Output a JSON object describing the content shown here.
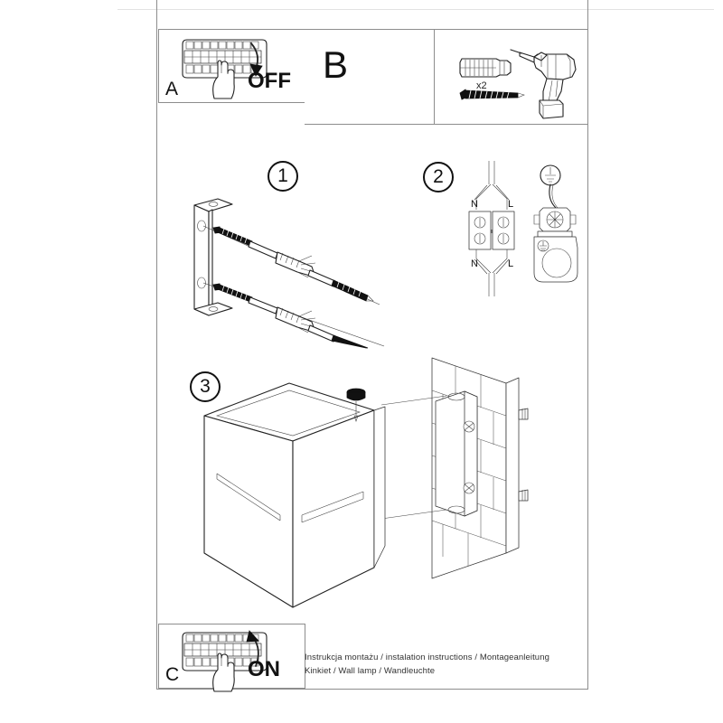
{
  "document": {
    "type": "assembly-instruction-sheet",
    "caption_line_1": "Instrukcja montażu / instalation instructions / Montageanleitung",
    "caption_line_2": "Kinkiet / Wall lamp / Wandleuchte"
  },
  "top_row": {
    "box_a": {
      "letter": "A",
      "action_label": "OFF",
      "icon": "circuit-breaker-panel-icon",
      "hand_icon": "hand-pointing-icon",
      "arrow_icon": "arrow-down-curved-icon"
    },
    "box_b": {
      "letter": "B"
    },
    "box_tools": {
      "quantity_label": "x2",
      "items": [
        "wall-plug-icon",
        "screw-icon",
        "power-drill-icon"
      ]
    }
  },
  "steps": [
    {
      "number": "1",
      "name": "mount-bracket",
      "parts": [
        "mounting-bracket-icon",
        "screw-icon",
        "wall-plug-icon"
      ]
    },
    {
      "number": "2",
      "name": "wiring",
      "terminal_labels_top": [
        "N",
        "L"
      ],
      "terminal_labels_bottom": [
        "N",
        "L"
      ],
      "ground_symbol": "earth-ground-icon",
      "parts": [
        "terminal-block-icon",
        "earth-terminal-icon"
      ]
    },
    {
      "number": "3",
      "name": "attach-lamp",
      "parts": [
        "cube-wall-lamp-icon",
        "brick-wall-icon",
        "bracket-icon",
        "thumb-screw-icon"
      ]
    }
  ],
  "bottom_row": {
    "box_c": {
      "letter": "C",
      "action_label": "ON",
      "icon": "circuit-breaker-panel-icon",
      "hand_icon": "hand-pointing-icon",
      "arrow_icon": "arrow-up-curved-icon"
    }
  },
  "colors": {
    "frame": "#8d8d8d",
    "ink": "#111111",
    "paper": "#ffffff"
  }
}
